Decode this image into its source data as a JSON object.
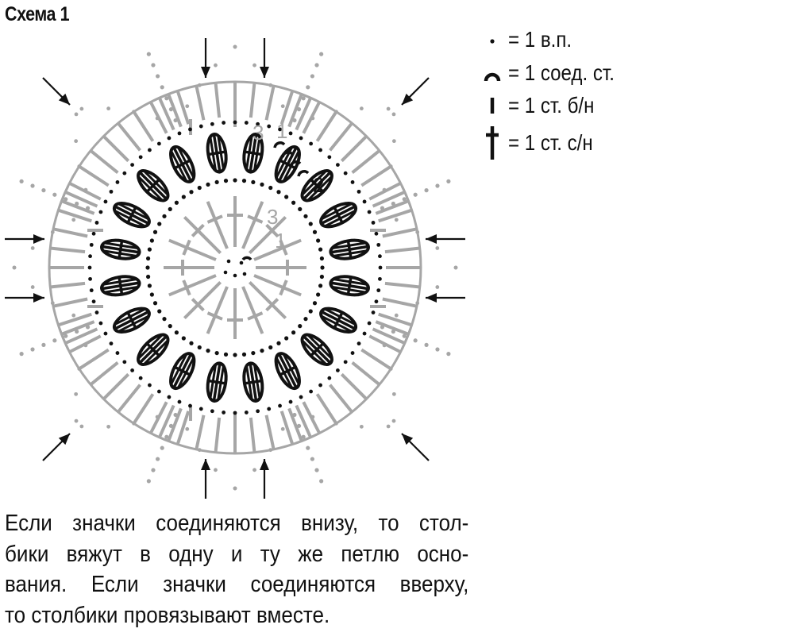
{
  "title": "Схема 1",
  "colors": {
    "round_dark": "#111111",
    "round_light": "#a6a6a6",
    "arrow": "#111111"
  },
  "row_labels": [
    "1",
    "2",
    "3",
    "1",
    "3"
  ],
  "legend": [
    {
      "icon": "chain-stitch-dot-icon",
      "text": "= 1 в.п."
    },
    {
      "icon": "slip-stitch-arc-icon",
      "text": "= 1 соед. ст."
    },
    {
      "icon": "single-crochet-bar-icon",
      "text": "= 1 ст. б/н"
    },
    {
      "icon": "double-crochet-cross-icon",
      "text": "= 1 ст. с/н"
    }
  ],
  "note_lines": [
    "Если значки соединяются внизу, то стол-",
    "бики вяжут в одну и ту же петлю осно-",
    "вания. Если значки соединяются вверху,",
    "то столбики провязывают вместе."
  ]
}
